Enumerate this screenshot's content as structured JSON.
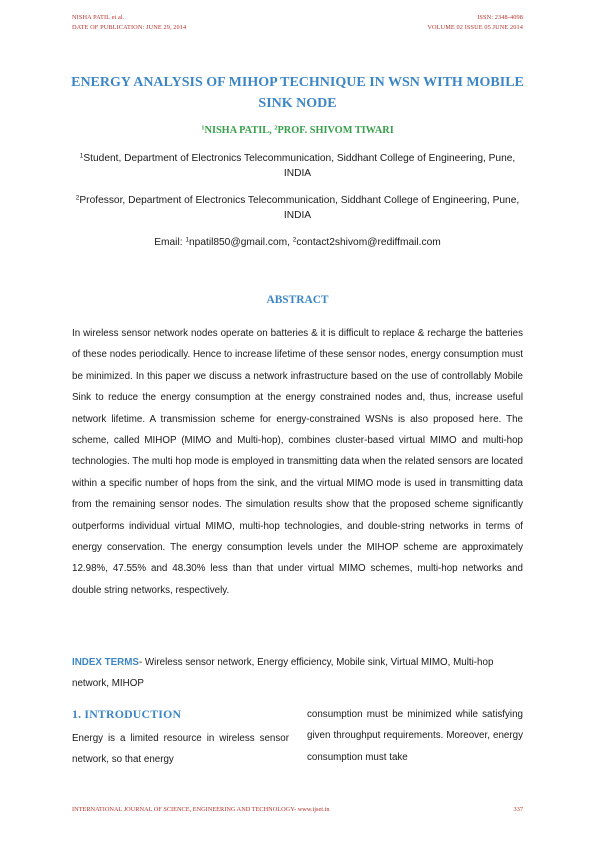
{
  "header": {
    "author_short": "NISHA PATIL et al.",
    "date": "DATE OF PUBLICATION: JUNE 29, 2014",
    "issn": "ISSN: 2348-4098",
    "volume": "VOLUME 02 ISSUE 05 JUNE 2014"
  },
  "title": "ENERGY ANALYSIS OF MIHOP TECHNIQUE IN WSN WITH MOBILE SINK NODE",
  "authors": {
    "author1_sup": "1",
    "author1": "NISHA PATIL, ",
    "author2_sup": "2",
    "author2": "PROF. SHIVOM TIWARI"
  },
  "affiliations": {
    "aff1_sup": "1",
    "aff1": "Student, Department of Electronics Telecommunication, Siddhant College of Engineering, Pune, INDIA",
    "aff2_sup": "2",
    "aff2": "Professor, Department of Electronics Telecommunication, Siddhant College of Engineering, Pune, INDIA"
  },
  "email": {
    "label": "Email: ",
    "sup1": "1",
    "email1": "npatil850@gmail.com, ",
    "sup2": "2",
    "email2": "contact2shivom@rediffmail.com"
  },
  "abstract": {
    "heading": "ABSTRACT",
    "text": "In wireless sensor network nodes operate on batteries & it is difficult to replace & recharge the batteries of these nodes periodically. Hence to increase lifetime of these sensor nodes, energy consumption must be minimized. In this paper we discuss a network infrastructure based on the use of controllably Mobile Sink to reduce the energy consumption at the energy constrained nodes and, thus, increase useful network lifetime. A transmission scheme for energy-constrained WSNs is also proposed here. The scheme, called MIHOP (MIMO and Multi-hop), combines cluster-based virtual MIMO and multi-hop technologies. The multi hop mode is employed in transmitting data when the related sensors are located within a specific number of hops from the sink, and the virtual MIMO mode is used in transmitting data from the remaining sensor nodes. The simulation results show that the proposed scheme significantly outperforms individual virtual MIMO, multi-hop technologies, and double-string networks in terms of energy conservation. The energy consumption levels under the MIHOP scheme are approximately 12.98%, 47.55% and 48.30% less than that under virtual MIMO schemes, multi-hop networks and double string networks, respectively."
  },
  "index_terms": {
    "label": "INDEX TERMS",
    "text": "- Wireless sensor network, Energy efficiency, Mobile sink, Virtual MIMO, Multi-hop network, MIHOP"
  },
  "introduction": {
    "heading": "1.  INTRODUCTION",
    "left_text": "Energy is a limited resource in wireless sensor network, so that energy",
    "right_text": "consumption must be minimized while satisfying given throughput requirements. Moreover, energy consumption must take"
  },
  "footer": {
    "journal": "INTERNATIONAL JOURNAL OF SCIENCE, ENGINEERING AND TECHNOLOGY- www.ijset.in",
    "page_number": "337"
  }
}
